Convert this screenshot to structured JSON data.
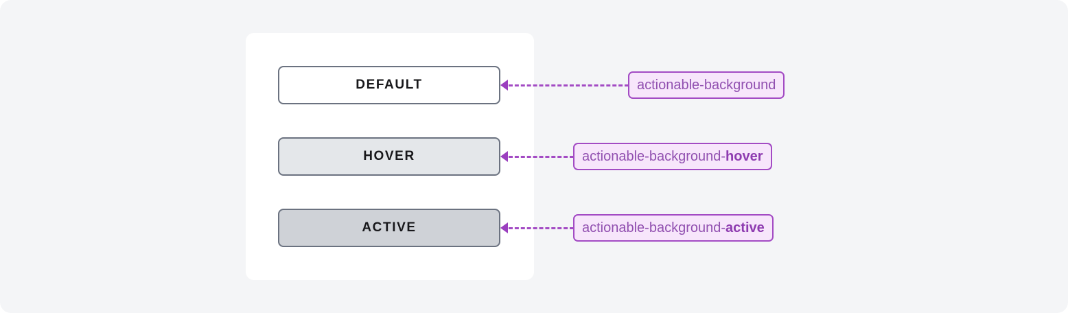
{
  "page": {
    "background": "#f4f5f7",
    "card_background": "#ffffff"
  },
  "colors": {
    "accent_purple": "#a34bc4",
    "chip_fill": "#f7e6fb",
    "chip_text": "#9150b0",
    "chip_text_bold": "#8e3bb0",
    "button_border": "#6b7280",
    "button_text": "#18181b"
  },
  "states": [
    {
      "button_label": "DEFAULT",
      "button_fill": "#ffffff",
      "token_base": "actionable-background",
      "token_modifier": "",
      "arrow_icon": "left-arrow-icon"
    },
    {
      "button_label": "HOVER",
      "button_fill": "#e4e7ea",
      "token_base": "actionable-background-",
      "token_modifier": "hover",
      "arrow_icon": "left-arrow-icon"
    },
    {
      "button_label": "ACTIVE",
      "button_fill": "#cfd2d7",
      "token_base": "actionable-background-",
      "token_modifier": "active",
      "arrow_icon": "left-arrow-icon"
    }
  ]
}
